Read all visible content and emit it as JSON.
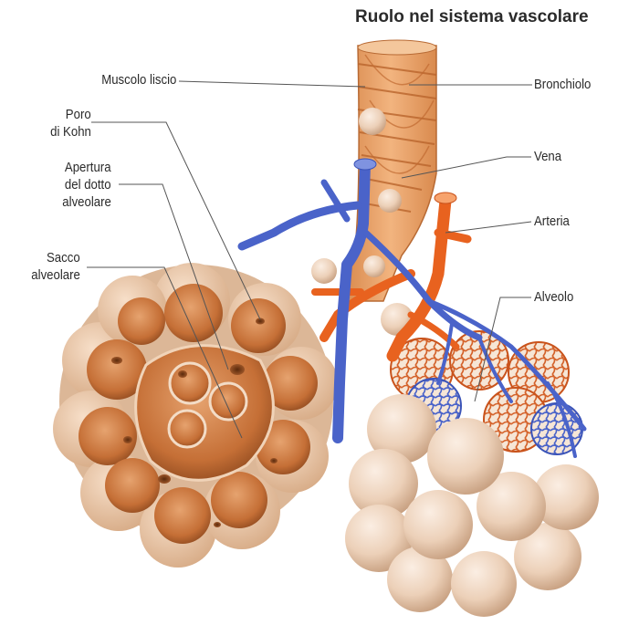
{
  "title": "Ruolo nel sistema vascolare",
  "labels": {
    "muscolo_liscio": "Muscolo liscio",
    "poro_line1": "Poro",
    "poro_line2": "di Kohn",
    "apertura_line1": "Apertura",
    "apertura_line2": "del dotto",
    "apertura_line3": "alveolare",
    "sacco_line1": "Sacco",
    "sacco_line2": "alveolare",
    "bronchiolo": "Bronchiolo",
    "vena": "Vena",
    "arteria": "Arteria",
    "alveolo": "Alveolo"
  },
  "colors": {
    "vein": "#4a63c9",
    "artery": "#e8621f",
    "alveolus_outer": "#eed3bd",
    "alveolus_inner": "#c9743f",
    "bronchiole": "#e8a46c",
    "leader_line": "#555555"
  }
}
